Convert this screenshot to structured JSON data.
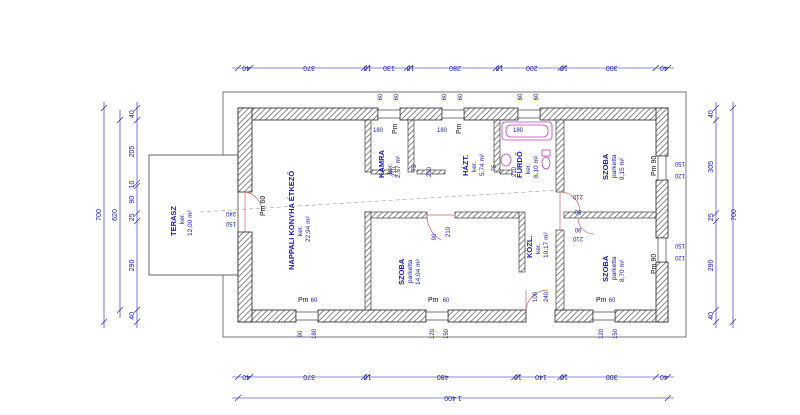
{
  "colors": {
    "wall": "#222222",
    "hatch": "#555555",
    "dimension": "#1a1aa8",
    "door": "#c86464",
    "fixture": "#c040c0",
    "outline": "#444444"
  },
  "dimensions": {
    "top": [
      "40",
      "370",
      "10",
      "130",
      "10",
      "280",
      "10",
      "200",
      "10",
      "300",
      "40"
    ],
    "bottom": [
      "40",
      "370",
      "10",
      "480",
      "10",
      "140",
      "10",
      "300",
      "40"
    ],
    "total": "1 400",
    "left_outer": "700",
    "left_mid": "620",
    "left_inner": [
      "40",
      "205",
      "10",
      "90",
      "25",
      "290",
      "40"
    ],
    "right_outer": "700",
    "right_inner": [
      "40",
      "305",
      "25",
      "290",
      "40"
    ]
  },
  "openings": {
    "top": [
      "60",
      "60",
      "60",
      "60",
      "60",
      "60"
    ],
    "top_heads": [
      "180",
      "180",
      "180"
    ],
    "bottom": [
      "90",
      "180",
      "120",
      "150",
      "120",
      "150"
    ],
    "bottom_heads": [
      "60",
      "60",
      "60"
    ],
    "left": [
      "240",
      "150"
    ],
    "right": [
      "150",
      "120",
      "150",
      "120"
    ],
    "interior": [
      "210",
      "75",
      "210",
      "75",
      "210",
      "90",
      "210",
      "210",
      "90",
      "90",
      "210",
      "100",
      "240"
    ]
  },
  "tags": {
    "pm60": "Pm 60",
    "pm90": "Pm 90",
    "pm90b": "Pm 90",
    "pm60_left": "Pm 60",
    "pm_top1": "Pm",
    "pm_top2": "Pm",
    "pm_top3": "Pm",
    "pm_bot1": "Pm",
    "pm_bot2": "Pm",
    "pm_bot3": "Pm"
  },
  "rooms": {
    "terasz": {
      "name": "TERASZ",
      "sub": "ker.",
      "area": "12,00 m²"
    },
    "nappali": {
      "name": "NAPPALI KONYHA ÉTKEZŐ",
      "sub": "ker.",
      "area": "22,94 m²"
    },
    "kamra": {
      "name": "KAMRA",
      "sub": "ker.",
      "area": "2,67 m²"
    },
    "hazt": {
      "name": "HÁZT.",
      "sub": "ker.",
      "area": "5,74 m²"
    },
    "furdo": {
      "name": "FÜRDŐ",
      "sub": "ker.",
      "area": "6,10 m²"
    },
    "szoba1": {
      "name": "SZOBA",
      "sub": "parketta",
      "area": "9,15 m²"
    },
    "szoba2": {
      "name": "SZOBA",
      "sub": "parketta",
      "area": "14,04 m²"
    },
    "kozl": {
      "name": "KÖZL.",
      "sub": "ker.",
      "area": "10,17 m²"
    },
    "szoba3": {
      "name": "SZOBA",
      "sub": "parketta",
      "area": "8,70 m²"
    }
  }
}
